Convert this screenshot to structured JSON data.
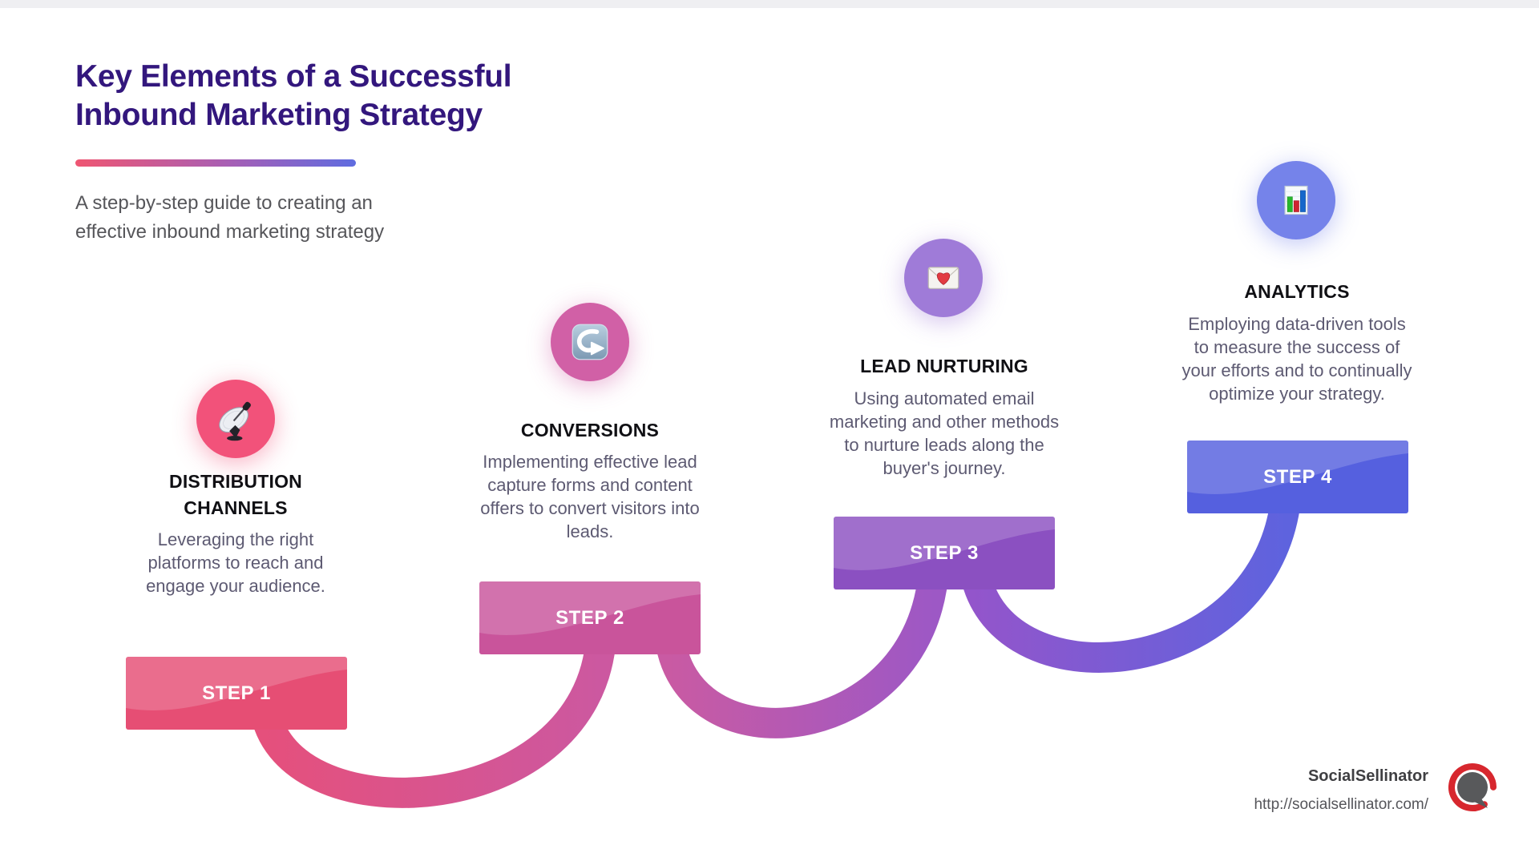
{
  "header": {
    "title_line1": "Key Elements of a Successful",
    "title_line2": "Inbound Marketing Strategy",
    "subtitle": "A step-by-step guide to creating an\neffective inbound marketing strategy"
  },
  "steps": [
    {
      "label": "STEP 1",
      "title": "DISTRIBUTION\nCHANNELS",
      "description": "Leveraging the right\nplatforms to reach and\nengage your audience.",
      "icon": "satellite-dish-icon",
      "box_color": "#e64e74",
      "circle_color": "#f2527a"
    },
    {
      "label": "STEP 2",
      "title": "CONVERSIONS",
      "description": "Implementing effective lead\ncapture forms and content\noffers to convert visitors into\nleads.",
      "icon": "curved-arrow-icon",
      "box_color": "#c9549b",
      "circle_color": "#d160a6"
    },
    {
      "label": "STEP 3",
      "title": "LEAD NURTURING",
      "description": "Using automated email\nmarketing and other methods\nto nurture leads along the\nbuyer's journey.",
      "icon": "love-letter-icon",
      "box_color": "#8b50c1",
      "circle_color": "#9f7bd8"
    },
    {
      "label": "STEP 4",
      "title": "ANALYTICS",
      "description": "Employing data-driven tools\nto measure the success of\nyour efforts and to continually\noptimize your strategy.",
      "icon": "bar-chart-icon",
      "box_color": "#5560df",
      "circle_color": "#7583ea"
    }
  ],
  "footer": {
    "brand": "SocialSellinator",
    "url": "http://socialsellinator.com/"
  },
  "colors": {
    "title_text": "#33177d",
    "underline_gradient_start": "#ef5672",
    "underline_gradient_end": "#5f6ce0",
    "subtitle_text": "#56565a",
    "step_heading_text": "#101014",
    "step_body_text": "#5d5a72",
    "step_label_text": "#ffffff",
    "logo_ring_red": "#d7272e",
    "logo_bubble_gray": "#58595b"
  }
}
